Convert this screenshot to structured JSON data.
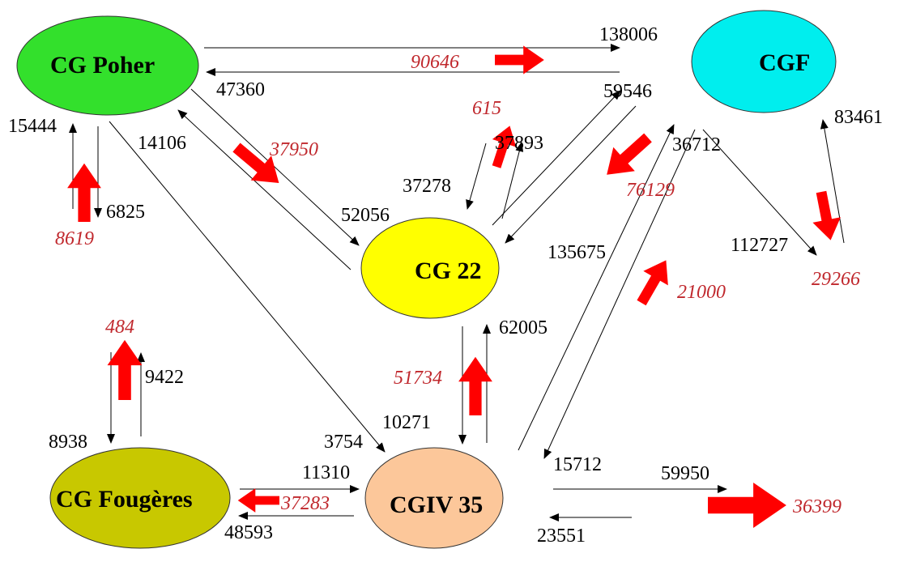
{
  "colors": {
    "flow_line": "#000000",
    "net_arrow": "#ff0000",
    "net_text": "#c0282d"
  },
  "nodes": {
    "poher": {
      "label": "CG Poher",
      "color": "#33e02c"
    },
    "cgf": {
      "label": "CGF",
      "color": "#00eeee"
    },
    "cg22": {
      "label": "CG 22",
      "color": "#ffff00"
    },
    "fougeres": {
      "label": "CG Fougères",
      "color": "#c8c800"
    },
    "cgiv35": {
      "label": "CGIV 35",
      "color": "#fcc79a"
    }
  },
  "flows": {
    "poher_to_cgf": "138006",
    "cgf_to_poher": "47360",
    "net_poher_cgf": "90646",
    "poher_out_up": "15444",
    "poher_out_down": "6825",
    "net_poher_ext": "8619",
    "cg22_to_poher": "14106",
    "poher_to_cg22": "52056",
    "net_poher_cg22": "37950",
    "cg22_in_top": "37278",
    "cg22_out_top": "37893",
    "net_cg22_top": "615",
    "cg22_to_cgf": "59546",
    "cgf_to_cg22": "135675",
    "net_cgf_cg22": "76129",
    "cgiv_to_cgf": "36712",
    "cgf_to_cgiv": "15712",
    "net_cgiv_cgf": "21000",
    "cgf_out": "112727",
    "cgf_in": "83461",
    "net_cgf_ext": "29266",
    "cgiv_to_cg22": "62005",
    "cg22_to_cgiv": "10271",
    "net_cgiv_cg22": "51734",
    "poher_to_cgiv": "3754",
    "fougeres_to_cgiv": "11310",
    "cgiv_to_fougeres": "48593",
    "net_cgiv_fougeres": "37283",
    "fougeres_in": "8938",
    "fougeres_out": "9422",
    "net_fougeres_ext": "484",
    "cgiv_out": "59950",
    "cgiv_in": "23551",
    "net_cgiv_ext": "36399"
  }
}
